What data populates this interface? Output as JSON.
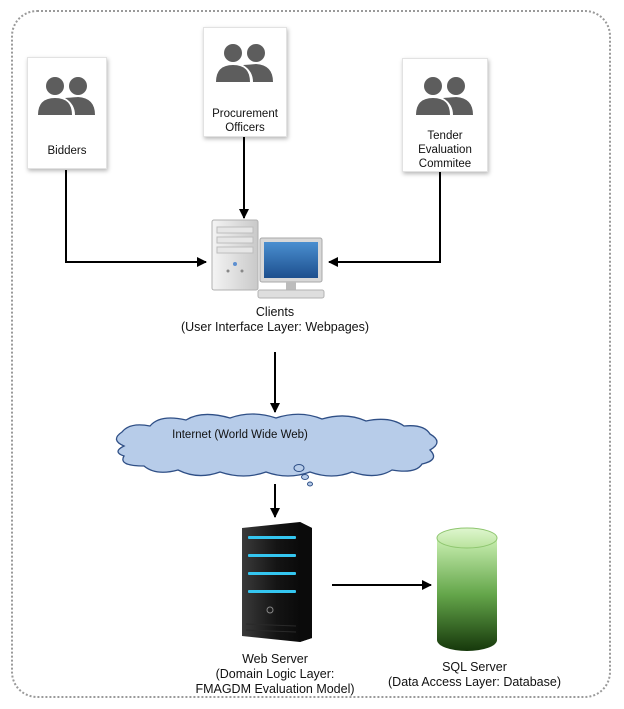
{
  "actors": [
    {
      "id": "bidders",
      "label": "Bidders",
      "icon": "user-group-icon"
    },
    {
      "id": "procurement",
      "label": "Procurement\nOfficers",
      "icon": "user-group-icon"
    },
    {
      "id": "tender",
      "label": "Tender\nEvaluation\nCommitee",
      "icon": "user-group-icon"
    }
  ],
  "clients": {
    "label": "Clients\n(User Interface Layer: Webpages)",
    "icon": "desktop-computer-icon"
  },
  "internet": {
    "label": "Internet (World Wide Web)",
    "icon": "cloud-icon"
  },
  "web_server": {
    "label": "Web Server\n(Domain Logic Layer:\nFMAGDM Evaluation Model)",
    "icon": "server-rack-icon"
  },
  "sql_server": {
    "label": "SQL Server\n(Data Access Layer: Database)",
    "icon": "database-cylinder-icon"
  },
  "colors": {
    "people_icon": "#5d5d5d",
    "cloud_fill": "#b7cce9",
    "cloud_stroke": "#2f4f86",
    "db_top": "#c9efb1",
    "db_bottom": "#16380b",
    "server_body": "#141414",
    "server_led": "#34c6f0",
    "arrow": "#000000"
  }
}
